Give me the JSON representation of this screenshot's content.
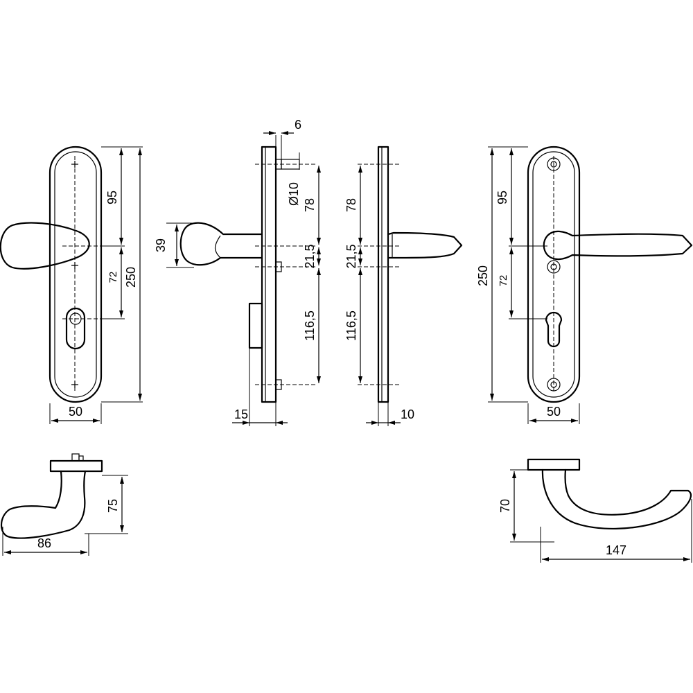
{
  "dimensions": {
    "front_left": {
      "width": "50",
      "handle_to_top_hole": "95",
      "handle_to_cylinder": "72",
      "total_height": "250"
    },
    "side_left": {
      "handle_offset": "39",
      "spindle": "6",
      "diameter": "Ø10",
      "hole_to_spindle": "78",
      "spindle_to_hole": "21,5",
      "hole_to_bottom": "116,5",
      "plate_depth": "15"
    },
    "side_right": {
      "hole_to_spindle": "78",
      "spindle_to_hole": "21,5",
      "hole_to_bottom": "116,5",
      "plate_depth": "10"
    },
    "front_right": {
      "handle_to_top_hole": "95",
      "handle_to_cylinder": "72",
      "total_height": "250",
      "width": "50"
    },
    "knob_top": {
      "projection": "75",
      "width": "86"
    },
    "lever_top": {
      "projection": "70",
      "length": "147"
    }
  }
}
